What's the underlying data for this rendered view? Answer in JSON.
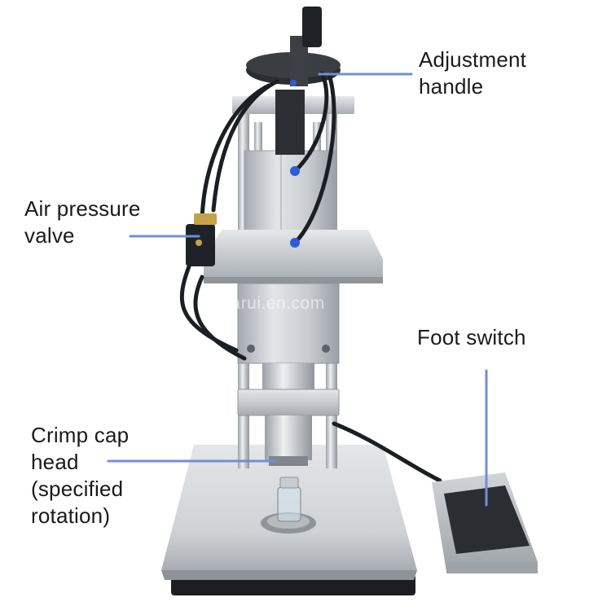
{
  "colors": {
    "callout_line": "#6f8fd8",
    "metal_light": "#d9dcdf",
    "metal_mid": "#b9bdc2",
    "metal_dark": "#8d9297",
    "hose": "#1b1f24",
    "fitting_blue": "#2f5bd6"
  },
  "callouts": {
    "adjustment_handle": "Adjustment\nhandle",
    "air_pressure_valve": "Air pressure\nvalve",
    "foot_switch": "Foot switch",
    "crimp_cap_head": "Crimp cap\nhead\n(specified\nrotation)"
  },
  "watermark": "yajiarui.en.com"
}
